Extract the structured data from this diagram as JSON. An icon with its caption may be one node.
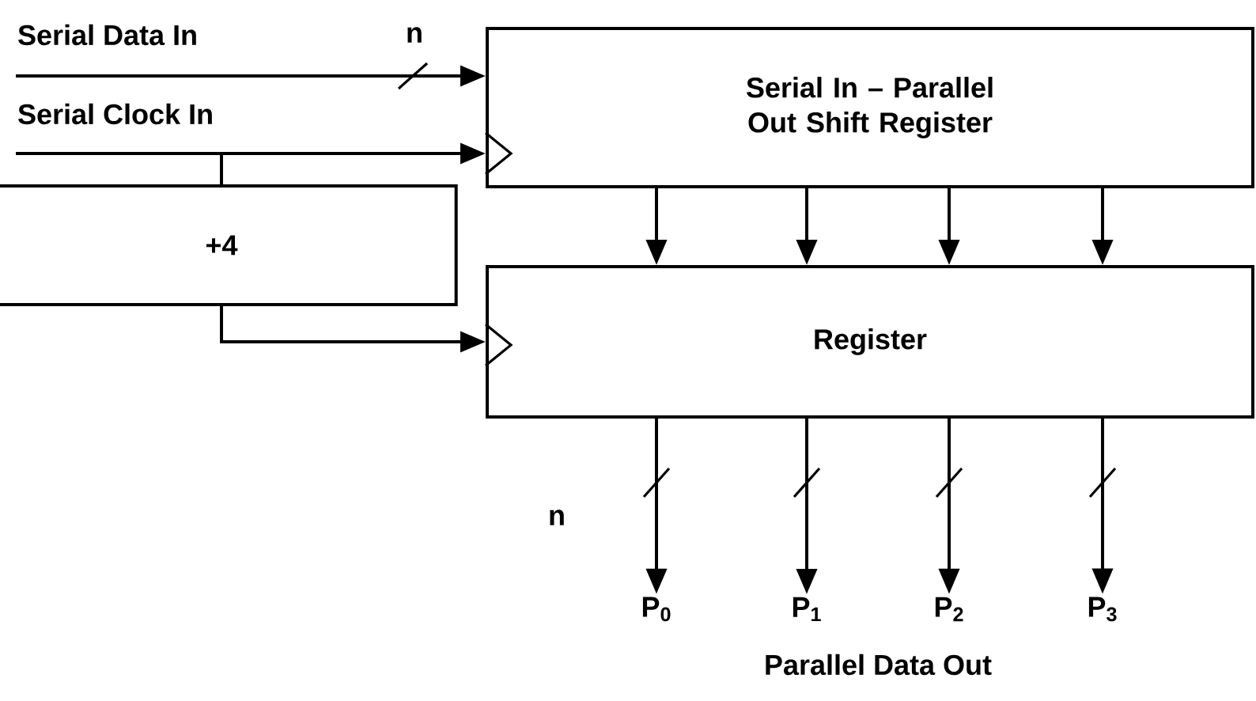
{
  "diagram": {
    "nodes": [
      {
        "text": [
          "Serial Data In"
        ]
      },
      {
        "text": [
          "Serial Clock In"
        ]
      },
      {
        "text": [
          "Serial In – Parallel Out Shift Register"
        ]
      },
      {
        "text": [
          "+4"
        ]
      },
      {
        "text": [
          "Register"
        ]
      },
      {
        "text": [
          "P$_{0}$"
        ]
      },
      {
        "text": [
          "P$_{1}$"
        ]
      },
      {
        "text": [
          "P$_{2}$"
        ]
      },
      {
        "text": [
          "P$_{3}$"
        ]
      }
    ],
    "edges": [
      {
        "from": 0,
        "to": 2,
        "arrow": "to",
        "label": "n"
      },
      {
        "from": 1,
        "to": 2,
        "arrow": "to"
      },
      {
        "from": 1,
        "to": 3,
        "arrow": "none"
      },
      {
        "from": 3,
        "to": 4,
        "arrow": "to"
      },
      {
        "from": 2,
        "to": 4,
        "arrow": "to"
      },
      {
        "from": 2,
        "to": 4,
        "arrow": "to"
      },
      {
        "from": 2,
        "to": 4,
        "arrow": "to"
      },
      {
        "from": 2,
        "to": 4,
        "arrow": "to"
      },
      {
        "from": 4,
        "to": 5,
        "arrow": "to",
        "label": "n"
      },
      {
        "from": 4,
        "to": 6,
        "arrow": "to"
      },
      {
        "from": 4,
        "to": 7,
        "arrow": "to"
      },
      {
        "from": 4,
        "to": 8,
        "arrow": "to"
      }
    ],
    "labels": [
      "Parallel Data Out"
    ]
  }
}
